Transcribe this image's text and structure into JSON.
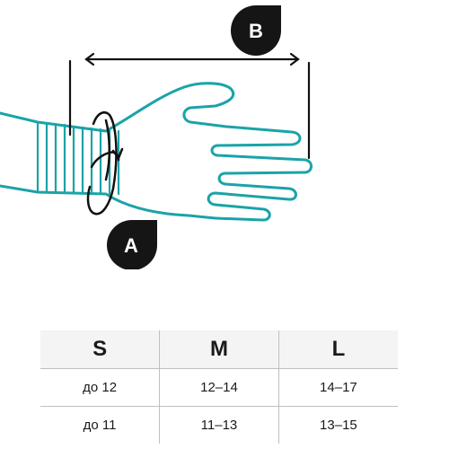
{
  "markers": {
    "a": "A",
    "b": "B"
  },
  "colors": {
    "hand": "#1aa3a8",
    "lines": "#111111",
    "marker": "#151515",
    "header_bg": "#f4f4f4",
    "border": "#bfbfbf"
  },
  "size_table": {
    "headers": [
      "S",
      "M",
      "L"
    ],
    "rows": [
      [
        "до 12",
        "12–14",
        "14–17"
      ],
      [
        "до 11",
        "11–13",
        "13–15"
      ]
    ]
  }
}
